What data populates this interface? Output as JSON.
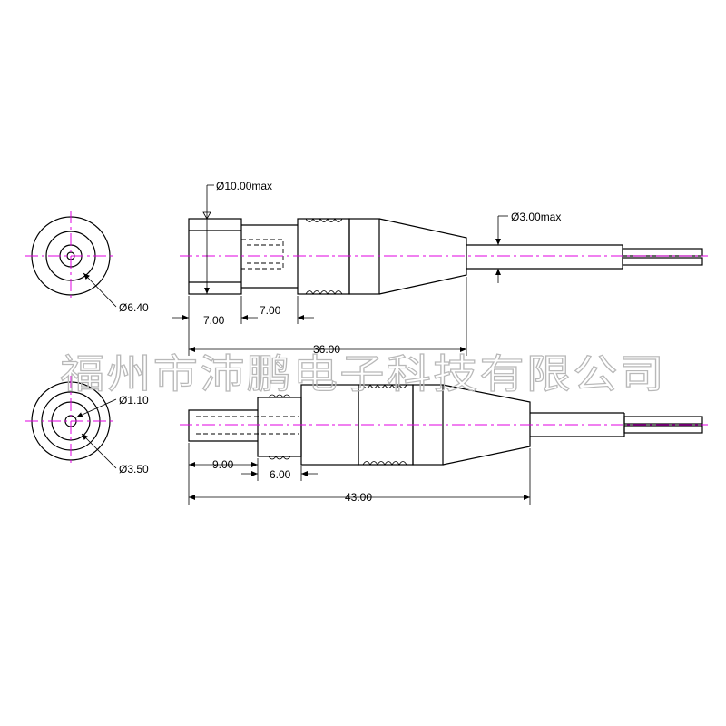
{
  "watermark": "福州市沛鹏电子科技有限公司",
  "top_view": {
    "body_diameter": "Ø10.00max",
    "cable_diameter": "Ø3.00max",
    "face_diameter": "Ø6.40",
    "dim_a": "7.00",
    "dim_b": "7.00",
    "overall_length": "36.00"
  },
  "bottom_view": {
    "pin_diameter": "Ø1.10",
    "barrel_diameter": "Ø3.50",
    "dim_a": "9.00",
    "dim_b": "6.00",
    "overall_length": "43.00"
  },
  "colors": {
    "centerline": "#e000e0",
    "outline": "#000000",
    "watermark": "#b8b8b8"
  }
}
